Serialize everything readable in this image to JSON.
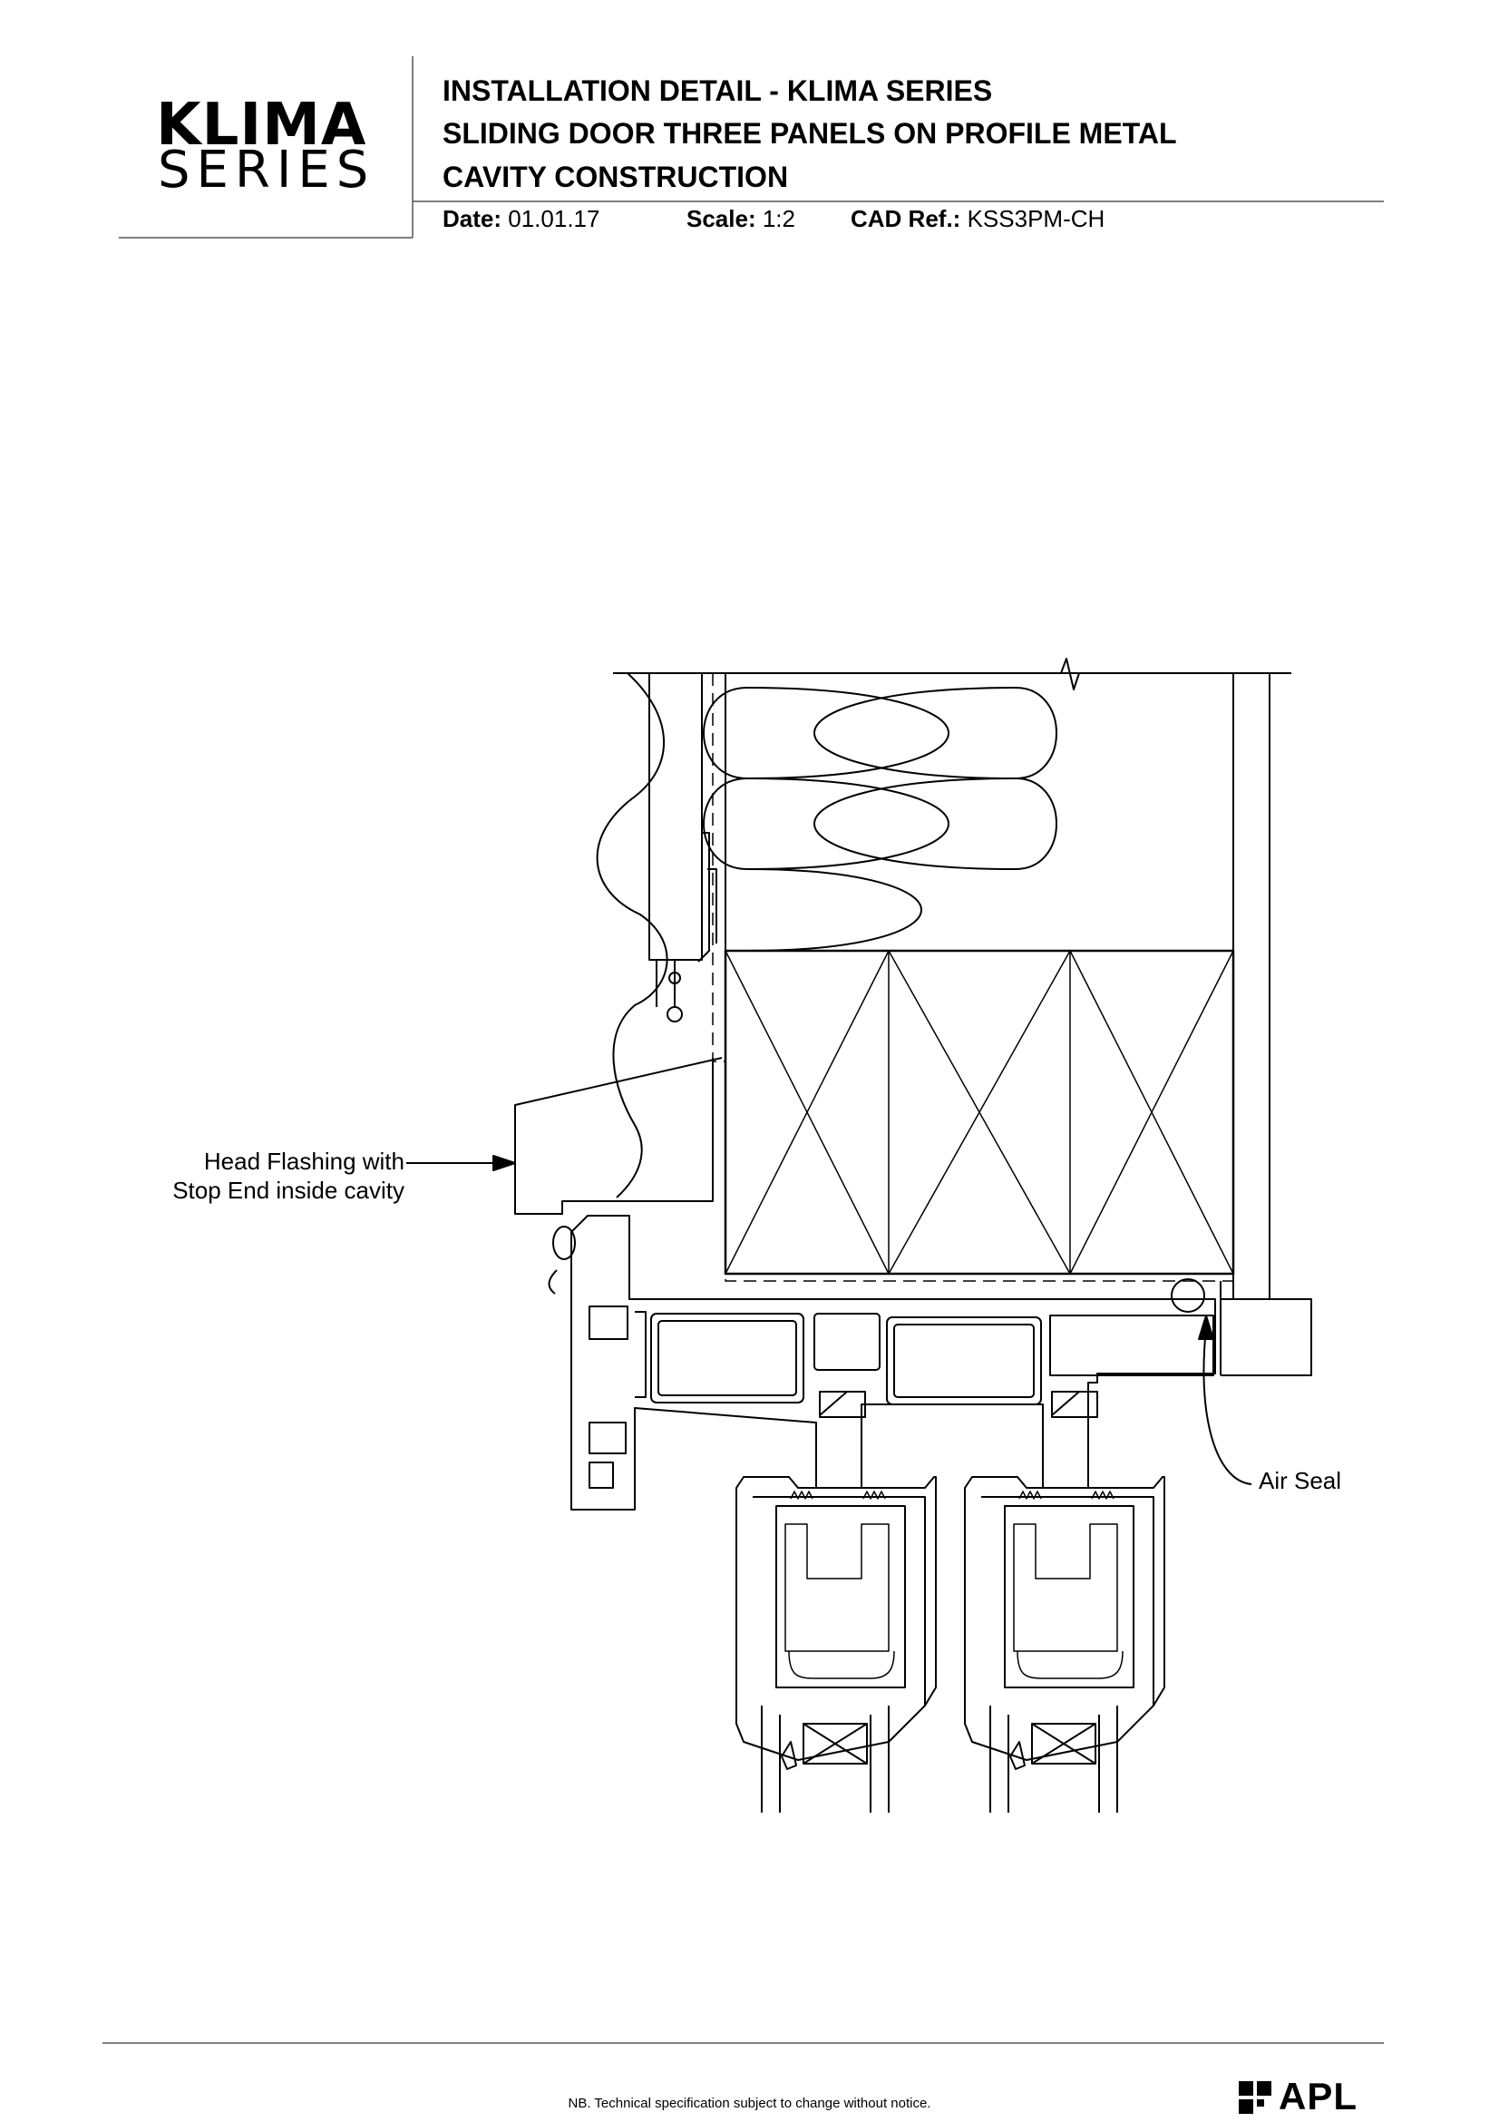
{
  "logo": {
    "line1": "KLIMA",
    "line2": "SERIES"
  },
  "header": {
    "title_lines": [
      "INSTALLATION DETAIL - KLIMA SERIES",
      "SLIDING DOOR THREE PANELS ON PROFILE METAL",
      "CAVITY CONSTRUCTION"
    ],
    "date_label": "Date:",
    "date_value": "01.01.17",
    "scale_label": "Scale:",
    "scale_value": "1:2",
    "cad_label": "CAD Ref.:",
    "cad_value": "KSS3PM-CH"
  },
  "callouts": {
    "head_flashing": [
      "Head Flashing with",
      "Stop End inside cavity"
    ],
    "air_seal": "Air Seal"
  },
  "footer": {
    "note": "NB. Technical specification subject to change without notice.",
    "brand": "APL"
  },
  "colors": {
    "ink": "#000000",
    "paper": "#ffffff",
    "rule": "#555555"
  }
}
